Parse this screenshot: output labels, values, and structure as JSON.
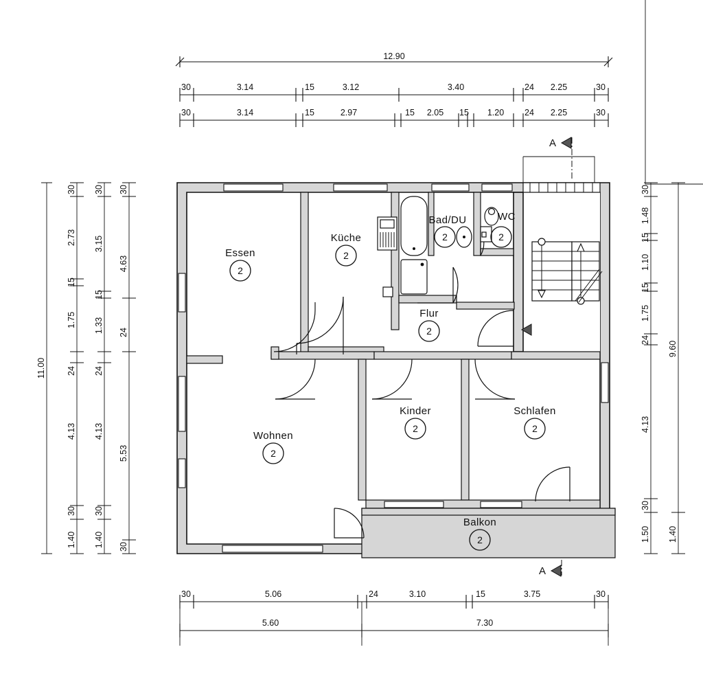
{
  "drawing": {
    "type": "architectural-floor-plan",
    "language": "de",
    "section_marker_label": "A",
    "overall": {
      "width": "12.90",
      "height": "11.00"
    }
  },
  "rooms": [
    {
      "name": "Essen",
      "number": "2"
    },
    {
      "name": "Küche",
      "number": "2"
    },
    {
      "name": "Bad/DU",
      "number": "2"
    },
    {
      "name": "WC",
      "number": "2"
    },
    {
      "name": "Flur",
      "number": "2"
    },
    {
      "name": "Wohnen",
      "number": "2"
    },
    {
      "name": "Kinder",
      "number": "2"
    },
    {
      "name": "Schlafen",
      "number": "2"
    },
    {
      "name": "Balkon",
      "number": "2"
    }
  ],
  "dimensions": {
    "top_overall": "12.90",
    "top_chain_1": [
      "30",
      "3.14",
      "15",
      "3.12",
      "3.40",
      "24",
      "2.25",
      "30"
    ],
    "top_chain_2": [
      "30",
      "3.14",
      "15",
      "2.97",
      "15",
      "2.05",
      "15",
      "1.20",
      "24",
      "2.25",
      "30"
    ],
    "left_overall": "11.00",
    "left_chain_1": [
      "30",
      "2.73",
      "15",
      "1.75",
      "24",
      "4.13",
      "30",
      "1.40"
    ],
    "left_chain_2": [
      "30",
      "3.15",
      "15",
      "1.33",
      "24",
      "4.13",
      "30",
      "1.40"
    ],
    "left_chain_3": [
      "30",
      "4.63",
      "24",
      "5.53",
      "30"
    ],
    "right_chain_1": [
      "30",
      "1.48",
      "15",
      "1.10",
      "15",
      "1.75",
      "24",
      "4.13",
      "30",
      "1.50"
    ],
    "right_chain_2": [
      "9.60",
      "1.40"
    ],
    "bottom_chain_1": [
      "30",
      "5.06",
      "24",
      "3.10",
      "15",
      "3.75",
      "30"
    ],
    "bottom_chain_2": [
      "5.60",
      "7.30"
    ]
  },
  "markers": {
    "section_top": "A",
    "section_bottom": "A"
  },
  "icons": {
    "bathtub": "bathtub-icon",
    "shower": "shower-tray-icon",
    "stove": "stove-icon",
    "toilet": "toilet-icon",
    "sink": "sink-icon",
    "washbasin": "washbasin-icon",
    "stairs": "stairs-icon",
    "door_swing": "door-swing-icon",
    "section_arrow": "section-arrow-icon",
    "entry_arrow": "entry-direction-icon"
  }
}
